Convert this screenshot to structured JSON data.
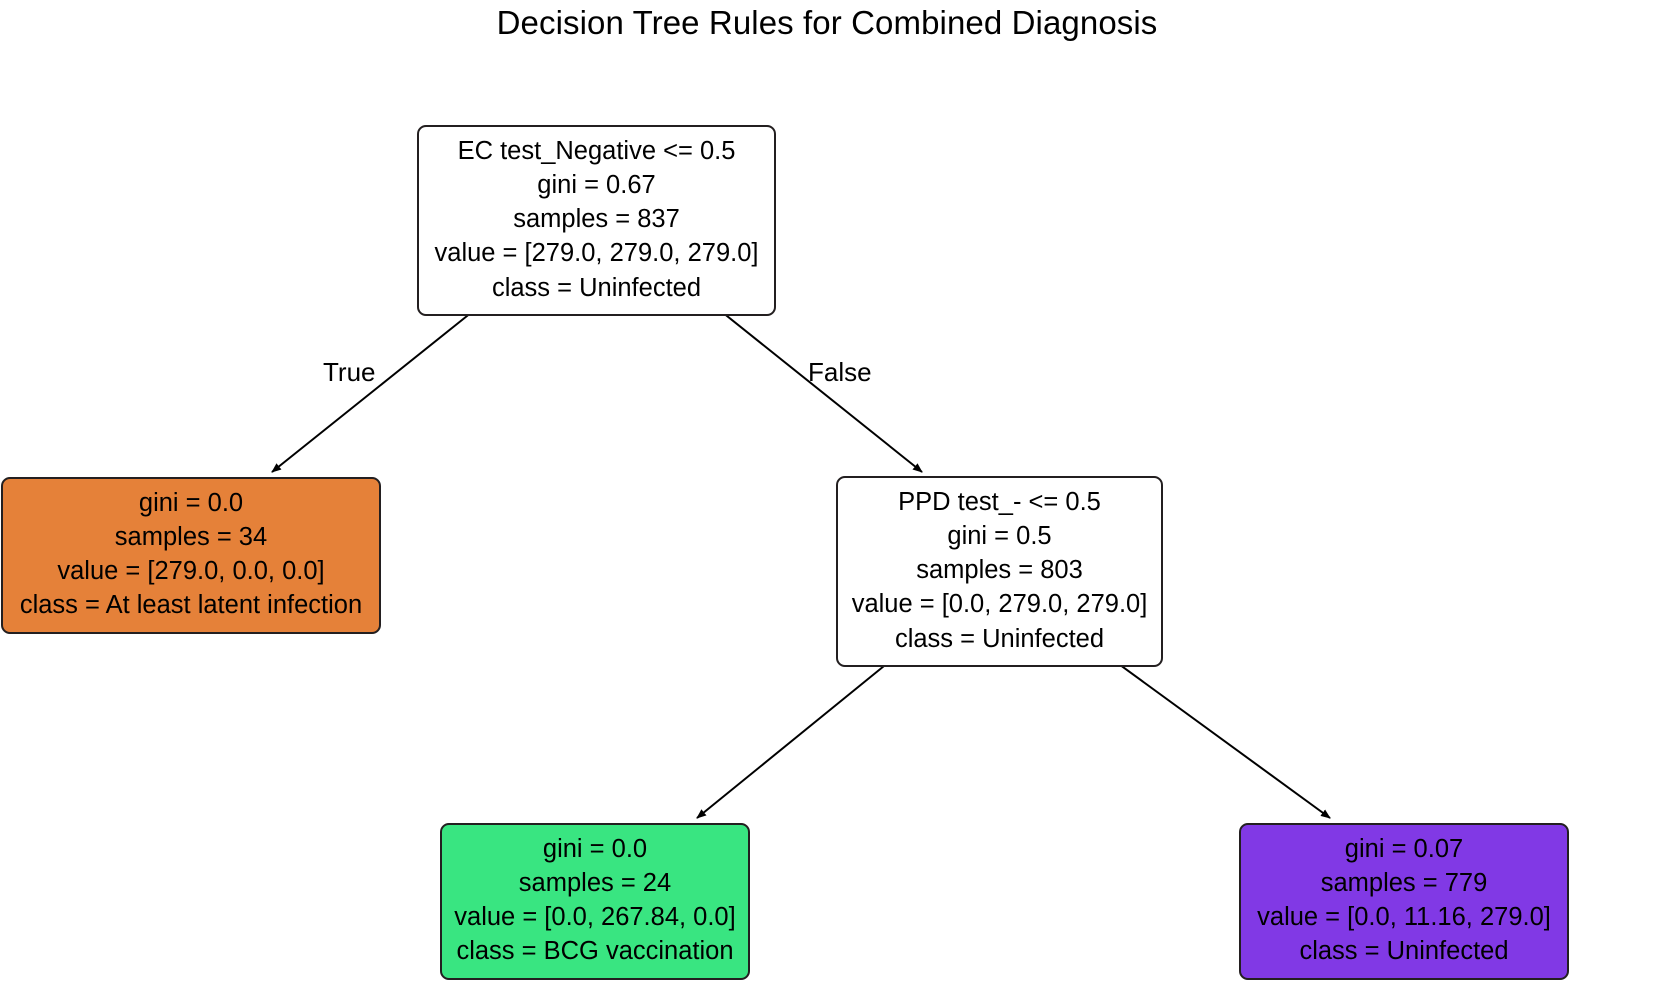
{
  "title": "Decision Tree Rules for Combined Diagnosis",
  "colors": {
    "root_fill": "#ffffff",
    "orange_fill": "#e58139",
    "green_fill": "#39e581",
    "purple_fill": "#8139e5",
    "border": "#231f20",
    "background": "#ffffff",
    "text": "#000000",
    "edge": "#000000"
  },
  "edge_labels": {
    "true": "True",
    "false": "False"
  },
  "tree": {
    "root": {
      "id": "node-root",
      "kind": "decision",
      "condition": "EC test_Negative <= 0.5",
      "gini": "gini = 0.67",
      "samples": "samples = 837",
      "value": "value = [279.0, 279.0, 279.0]",
      "class": "class = Uninfected"
    },
    "left_leaf": {
      "id": "node-orange",
      "kind": "leaf",
      "gini": "gini = 0.0",
      "samples": "samples = 34",
      "value": "value = [279.0, 0.0, 0.0]",
      "class": "class = At least latent infection"
    },
    "right_decision": {
      "id": "node-ppd",
      "kind": "decision",
      "condition": "PPD test_- <= 0.5",
      "gini": "gini = 0.5",
      "samples": "samples = 803",
      "value": "value = [0.0, 279.0, 279.0]",
      "class": "class = Uninfected"
    },
    "right_left_leaf": {
      "id": "node-green",
      "kind": "leaf",
      "gini": "gini = 0.0",
      "samples": "samples = 24",
      "value": "value = [0.0, 267.84, 0.0]",
      "class": "class = BCG vaccination"
    },
    "right_right_leaf": {
      "id": "node-purple",
      "kind": "leaf",
      "gini": "gini = 0.07",
      "samples": "samples = 779",
      "value": "value = [0.0, 11.16, 279.0]",
      "class": "class = Uninfected"
    }
  },
  "chart_data": {
    "type": "diagram",
    "diagram_type": "decision-tree",
    "title": "Decision Tree Rules for Combined Diagnosis",
    "classes": [
      "At least latent infection",
      "BCG vaccination",
      "Uninfected"
    ],
    "nodes": [
      {
        "id": "n0",
        "role": "root",
        "condition": "EC test_Negative <= 0.5",
        "gini": 0.67,
        "samples": 837,
        "value": [
          279.0,
          279.0,
          279.0
        ],
        "class": "Uninfected",
        "fill": "#ffffff"
      },
      {
        "id": "n1",
        "role": "leaf",
        "parent": "n0",
        "branch": "True",
        "gini": 0.0,
        "samples": 34,
        "value": [
          279.0,
          0.0,
          0.0
        ],
        "class": "At least latent infection",
        "fill": "#e58139"
      },
      {
        "id": "n2",
        "role": "internal",
        "parent": "n0",
        "branch": "False",
        "condition": "PPD test_- <= 0.5",
        "gini": 0.5,
        "samples": 803,
        "value": [
          0.0,
          279.0,
          279.0
        ],
        "class": "Uninfected",
        "fill": "#ffffff"
      },
      {
        "id": "n3",
        "role": "leaf",
        "parent": "n2",
        "branch": "True",
        "gini": 0.0,
        "samples": 24,
        "value": [
          0.0,
          267.84,
          0.0
        ],
        "class": "BCG vaccination",
        "fill": "#39e581"
      },
      {
        "id": "n4",
        "role": "leaf",
        "parent": "n2",
        "branch": "False",
        "gini": 0.07,
        "samples": 779,
        "value": [
          0.0,
          11.16,
          279.0
        ],
        "class": "Uninfected",
        "fill": "#8139e5"
      }
    ],
    "edges": [
      {
        "from": "n0",
        "to": "n1",
        "label": "True"
      },
      {
        "from": "n0",
        "to": "n2",
        "label": "False"
      },
      {
        "from": "n2",
        "to": "n3",
        "label": ""
      },
      {
        "from": "n2",
        "to": "n4",
        "label": ""
      }
    ]
  }
}
